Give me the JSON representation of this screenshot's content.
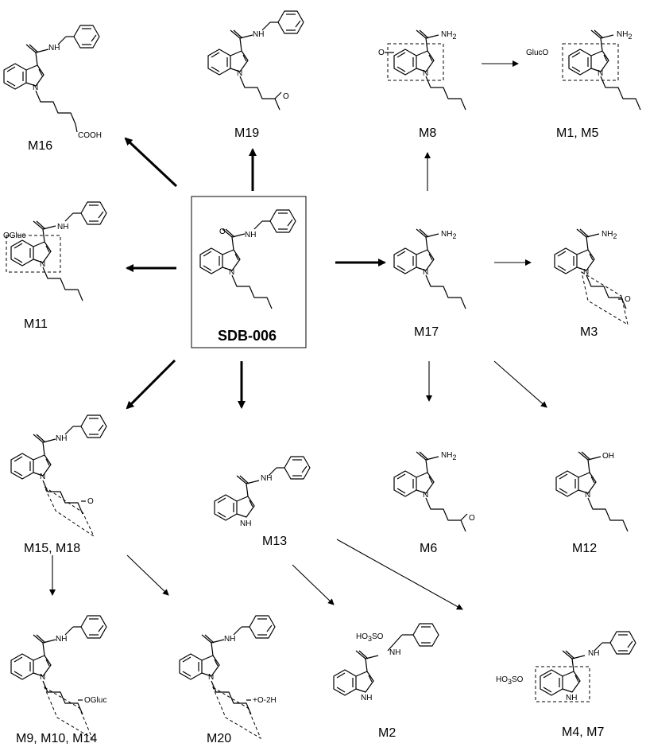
{
  "parent": {
    "label": "SDB-006"
  },
  "metabolites": [
    {
      "id": "m16",
      "label": "M16",
      "substituent": "COOH"
    },
    {
      "id": "m19",
      "label": "M19",
      "substituent": "O"
    },
    {
      "id": "m8",
      "label": "M8",
      "substituent": "O"
    },
    {
      "id": "m1m5",
      "label": "M1, M5",
      "substituent": "GlucO"
    },
    {
      "id": "m11",
      "label": "M11",
      "substituent": "OGluc"
    },
    {
      "id": "m17",
      "label": "M17",
      "substituent": ""
    },
    {
      "id": "m3",
      "label": "M3",
      "substituent": "O"
    },
    {
      "id": "m15m18",
      "label": "M15, M18",
      "substituent": "O"
    },
    {
      "id": "m13",
      "label": "M13",
      "substituent": ""
    },
    {
      "id": "m6",
      "label": "M6",
      "substituent": "O"
    },
    {
      "id": "m12",
      "label": "M12",
      "substituent": "OH"
    },
    {
      "id": "m9",
      "label": "M9, M10, M14",
      "substituent": "OGluc"
    },
    {
      "id": "m20",
      "label": "M20",
      "substituent": "+O-2H"
    },
    {
      "id": "m2",
      "label": "M2",
      "substituent": "HO3SO"
    },
    {
      "id": "m4m7",
      "label": "M4, M7",
      "substituent": "HO3SO"
    }
  ],
  "atoms": {
    "nh": "NH",
    "nh2": "NH",
    "n": "N",
    "h": "H",
    "o": "O",
    "sub2": "2",
    "sub3": "3"
  }
}
